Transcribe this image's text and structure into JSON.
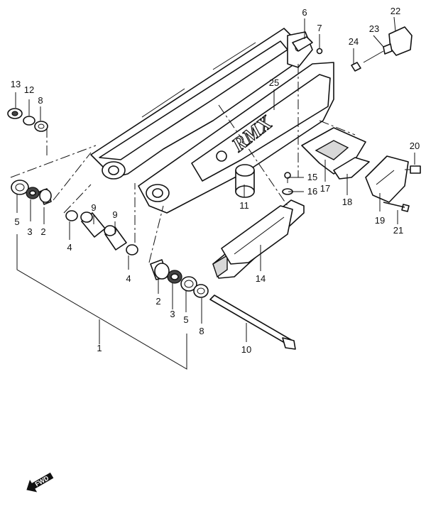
{
  "callouts": {
    "c1": "1",
    "c2a": "2",
    "c2b": "2",
    "c3a": "3",
    "c3b": "3",
    "c4a": "4",
    "c4b": "4",
    "c5a": "5",
    "c5b": "5",
    "c6": "6",
    "c7": "7",
    "c8a": "8",
    "c8b": "8",
    "c9a": "9",
    "c9b": "9",
    "c10": "10",
    "c11": "11",
    "c12": "12",
    "c13": "13",
    "c14": "14",
    "c15": "15",
    "c16": "16",
    "c17": "17",
    "c18": "18",
    "c19": "19",
    "c20": "20",
    "c21": "21",
    "c22": "22",
    "c23": "23",
    "c24": "24",
    "c25": "25"
  },
  "swingarm_logo": "RMX",
  "fwd_label": "FWD"
}
